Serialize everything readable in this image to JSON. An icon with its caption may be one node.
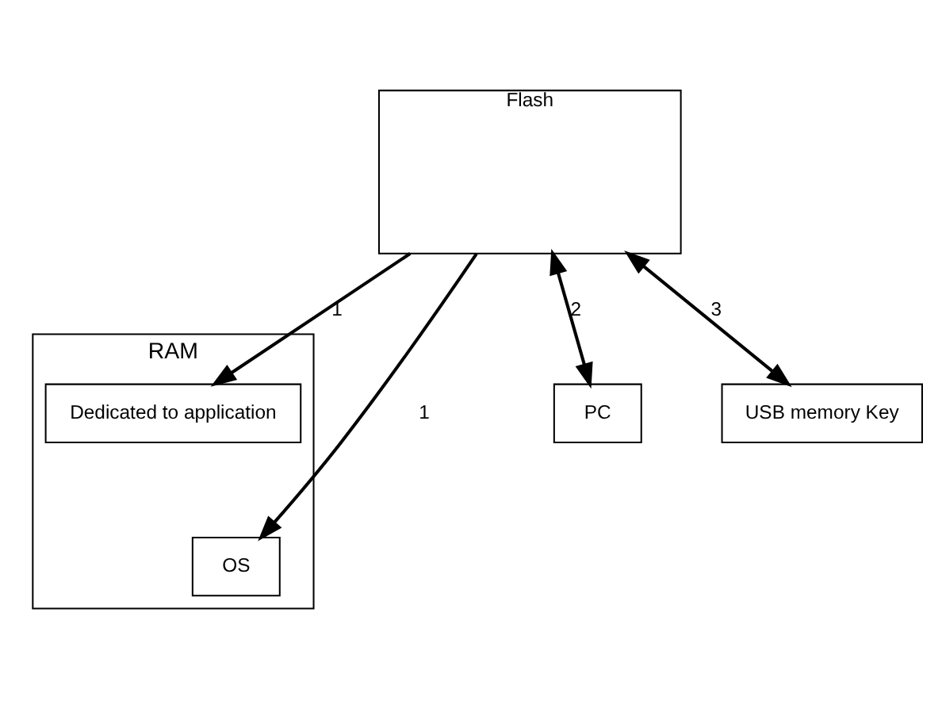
{
  "diagram": {
    "nodes": [
      {
        "text": [
          "Flash"
        ]
      },
      {
        "text": [
          "RAM"
        ]
      },
      {
        "text": [
          "Dedicated to application"
        ],
        "in": 1
      },
      {
        "text": [
          "OS"
        ],
        "in": 1
      },
      {
        "text": [
          "PC"
        ]
      },
      {
        "text": [
          "USB memory Key"
        ]
      }
    ],
    "edges": [
      {
        "from": 0,
        "to": 2,
        "arrow": "to",
        "label": "1"
      },
      {
        "from": 0,
        "to": 3,
        "arrow": "to",
        "label": "1"
      },
      {
        "from": 0,
        "to": 4,
        "arrow": "both",
        "label": "2"
      },
      {
        "from": 0,
        "to": 5,
        "arrow": "both",
        "label": "3"
      }
    ]
  }
}
